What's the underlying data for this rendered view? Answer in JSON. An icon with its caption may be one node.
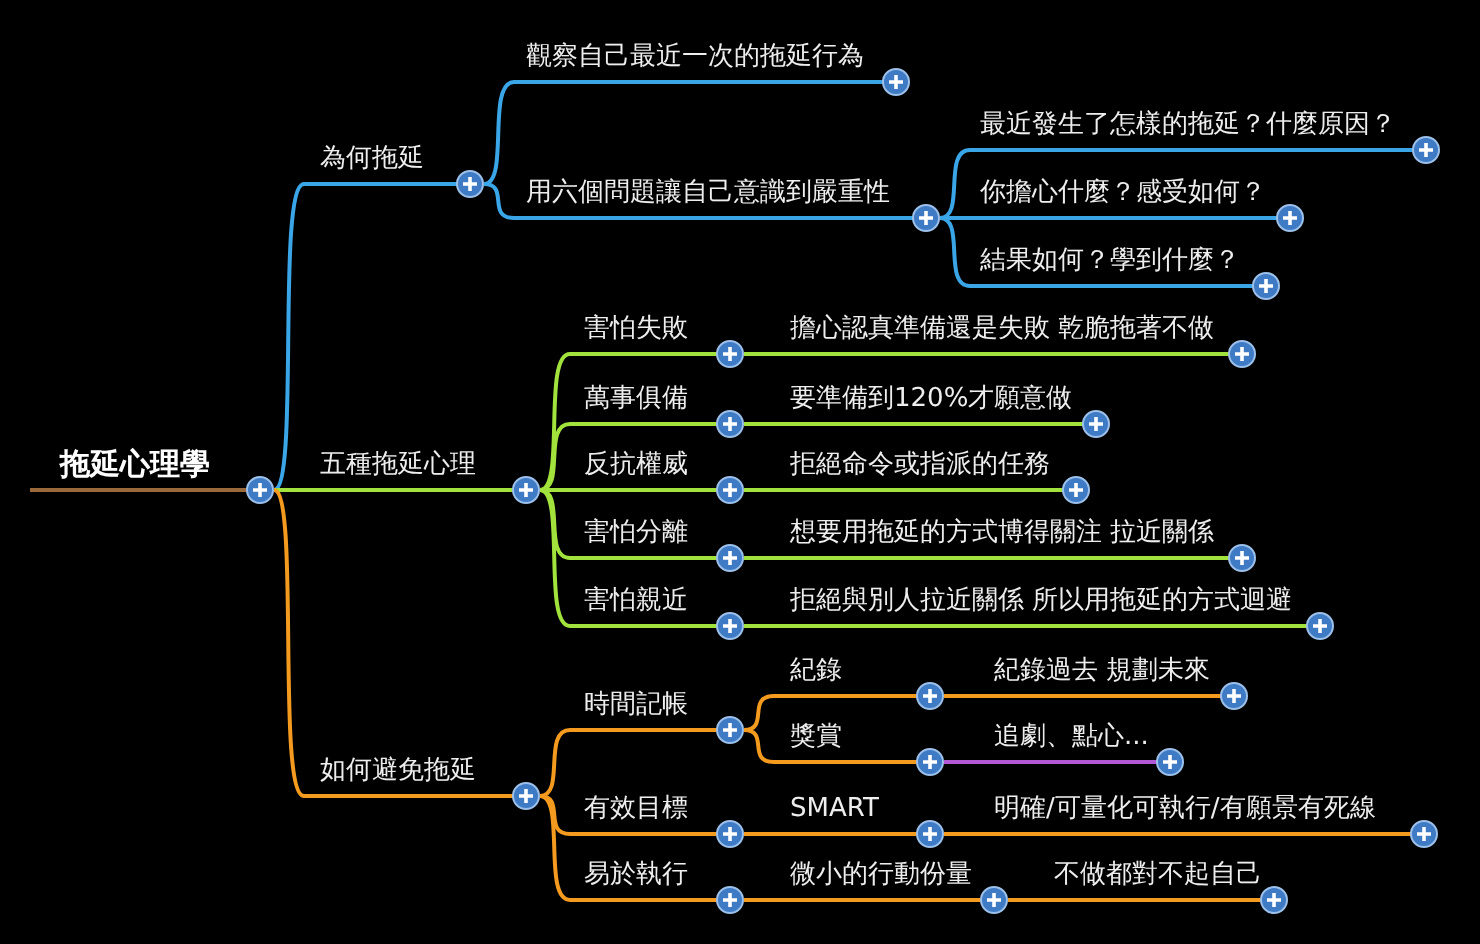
{
  "diagram": {
    "nodes": [
      {
        "text": [
          "拖延心理學"
        ]
      },
      {
        "text": [
          "為何拖延"
        ]
      },
      {
        "text": [
          "觀察自己最近一次的拖延行為"
        ]
      },
      {
        "text": [
          "用六個問題讓自己意識到嚴重性"
        ]
      },
      {
        "text": [
          "最近發生了怎樣的拖延？什麼原因？"
        ]
      },
      {
        "text": [
          "你擔心什麼？感受如何？"
        ]
      },
      {
        "text": [
          "結果如何？學到什麼？"
        ]
      },
      {
        "text": [
          "五種拖延心理"
        ]
      },
      {
        "text": [
          "害怕失敗"
        ]
      },
      {
        "text": [
          "擔心認真準備還是失敗 乾脆拖著不做"
        ]
      },
      {
        "text": [
          "萬事俱備"
        ]
      },
      {
        "text": [
          "要準備到120%才願意做"
        ]
      },
      {
        "text": [
          "反抗權威"
        ]
      },
      {
        "text": [
          "拒絕命令或指派的任務"
        ]
      },
      {
        "text": [
          "害怕分離"
        ]
      },
      {
        "text": [
          "想要用拖延的方式博得關注 拉近關係"
        ]
      },
      {
        "text": [
          "害怕親近"
        ]
      },
      {
        "text": [
          "拒絕與別人拉近關係 所以用拖延的方式迴避"
        ]
      },
      {
        "text": [
          "如何避免拖延"
        ]
      },
      {
        "text": [
          "時間記帳"
        ]
      },
      {
        "text": [
          "紀錄"
        ]
      },
      {
        "text": [
          "紀錄過去 規劃未來"
        ]
      },
      {
        "text": [
          "獎賞"
        ]
      },
      {
        "text": [
          "追劇、點心..."
        ]
      },
      {
        "text": [
          "有效目標"
        ]
      },
      {
        "text": [
          "SMART"
        ]
      },
      {
        "text": [
          "明確/可量化可執行/有願景有死線"
        ]
      },
      {
        "text": [
          "易於執行"
        ]
      },
      {
        "text": [
          "微小的行動份量"
        ]
      },
      {
        "text": [
          "不做都對不起自己"
        ]
      }
    ],
    "edges": [
      {
        "from": 0,
        "to": 1,
        "arrow": "none",
        "color": "#3aa6e8"
      },
      {
        "from": 1,
        "to": 2,
        "arrow": "none",
        "color": "#3aa6e8"
      },
      {
        "from": 1,
        "to": 3,
        "arrow": "none",
        "color": "#3aa6e8"
      },
      {
        "from": 3,
        "to": 4,
        "arrow": "none",
        "color": "#3aa6e8"
      },
      {
        "from": 3,
        "to": 5,
        "arrow": "none",
        "color": "#3aa6e8"
      },
      {
        "from": 3,
        "to": 6,
        "arrow": "none",
        "color": "#3aa6e8"
      },
      {
        "from": 0,
        "to": 7,
        "arrow": "none",
        "color": "#a2e23c"
      },
      {
        "from": 7,
        "to": 8,
        "arrow": "none",
        "color": "#a2e23c"
      },
      {
        "from": 8,
        "to": 9,
        "arrow": "none",
        "color": "#a2e23c"
      },
      {
        "from": 7,
        "to": 10,
        "arrow": "none",
        "color": "#a2e23c"
      },
      {
        "from": 10,
        "to": 11,
        "arrow": "none",
        "color": "#a2e23c"
      },
      {
        "from": 7,
        "to": 12,
        "arrow": "none",
        "color": "#a2e23c"
      },
      {
        "from": 12,
        "to": 13,
        "arrow": "none",
        "color": "#a2e23c"
      },
      {
        "from": 7,
        "to": 14,
        "arrow": "none",
        "color": "#a2e23c"
      },
      {
        "from": 14,
        "to": 15,
        "arrow": "none",
        "color": "#a2e23c"
      },
      {
        "from": 7,
        "to": 16,
        "arrow": "none",
        "color": "#a2e23c"
      },
      {
        "from": 16,
        "to": 17,
        "arrow": "none",
        "color": "#a2e23c"
      },
      {
        "from": 0,
        "to": 18,
        "arrow": "none",
        "color": "#f39a1f"
      },
      {
        "from": 18,
        "to": 19,
        "arrow": "none",
        "color": "#f39a1f"
      },
      {
        "from": 19,
        "to": 20,
        "arrow": "none",
        "color": "#f39a1f"
      },
      {
        "from": 20,
        "to": 21,
        "arrow": "none",
        "color": "#f39a1f"
      },
      {
        "from": 19,
        "to": 22,
        "arrow": "none",
        "color": "#f39a1f"
      },
      {
        "from": 22,
        "to": 23,
        "arrow": "none",
        "color": "#b25ad6"
      },
      {
        "from": 18,
        "to": 24,
        "arrow": "none",
        "color": "#f39a1f"
      },
      {
        "from": 24,
        "to": 25,
        "arrow": "none",
        "color": "#f39a1f"
      },
      {
        "from": 25,
        "to": 26,
        "arrow": "none",
        "color": "#f39a1f"
      },
      {
        "from": 18,
        "to": 27,
        "arrow": "none",
        "color": "#f39a1f"
      },
      {
        "from": 27,
        "to": 28,
        "arrow": "none",
        "color": "#f39a1f"
      },
      {
        "from": 28,
        "to": 29,
        "arrow": "none",
        "color": "#f39a1f"
      }
    ]
  }
}
